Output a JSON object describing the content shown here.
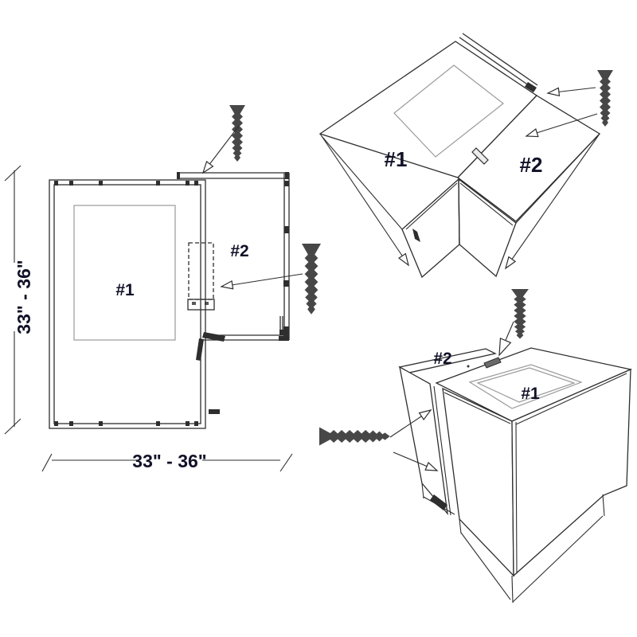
{
  "diagram": {
    "type": "corner-cabinet-installation-diagram",
    "colors": {
      "line": "#2e2e2e",
      "light_line": "#9a9a9a",
      "screw": "#474747",
      "label": "#111128",
      "background": "#ffffff"
    },
    "plan_view": {
      "cabinet1_label": "#1",
      "cabinet2_label": "#2",
      "width_dimension": "33\" - 36\"",
      "height_dimension": "33\" - 36\"",
      "icons": [
        "screw-icon",
        "screw-icon",
        "arrow-icon",
        "arrow-icon"
      ]
    },
    "iso_corner_view": {
      "cabinet1_label": "#1",
      "cabinet2_label": "#2",
      "icons": [
        "screw-icon",
        "arrow-icon",
        "arrow-icon"
      ]
    },
    "iso_side_view": {
      "cabinet1_label": "#1",
      "cabinet2_label": "#2",
      "icons": [
        "screw-icon",
        "screw-icon",
        "arrow-icon",
        "arrow-icon",
        "arrow-icon"
      ]
    }
  }
}
